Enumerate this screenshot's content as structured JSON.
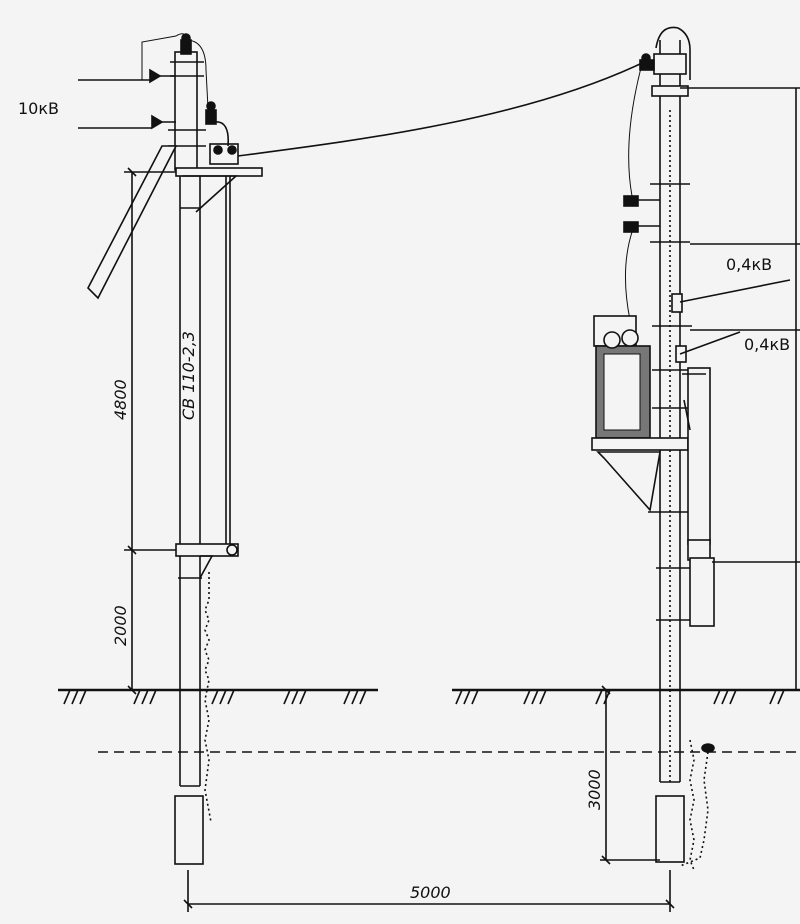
{
  "labels": {
    "hv_voltage": "10кВ",
    "lv_voltage_1": "0,4кВ",
    "lv_voltage_2": "0,4кВ",
    "pole_mark": "СВ 110-2,3"
  },
  "dimensions": {
    "height_upper": "4800",
    "height_lower": "2000",
    "depth": "3000",
    "span": "5000"
  }
}
